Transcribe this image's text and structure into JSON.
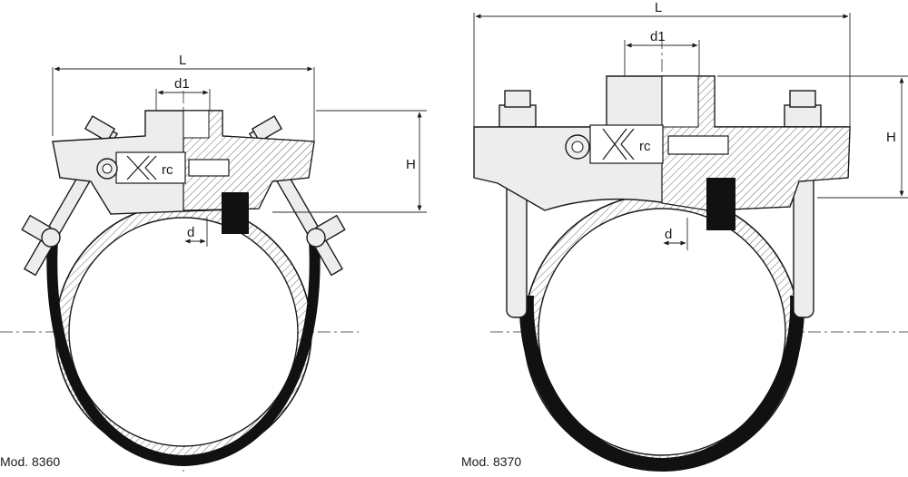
{
  "left_drawing": {
    "caption": "Mod. 8360",
    "dim_L": "L",
    "dim_d1": "d1",
    "dim_H": "H",
    "dim_d": "d",
    "logo": "rc"
  },
  "right_drawing": {
    "caption": "Mod. 8370",
    "dim_L": "L",
    "dim_d1": "d1",
    "dim_H": "H",
    "dim_d": "d",
    "logo": "rc"
  }
}
